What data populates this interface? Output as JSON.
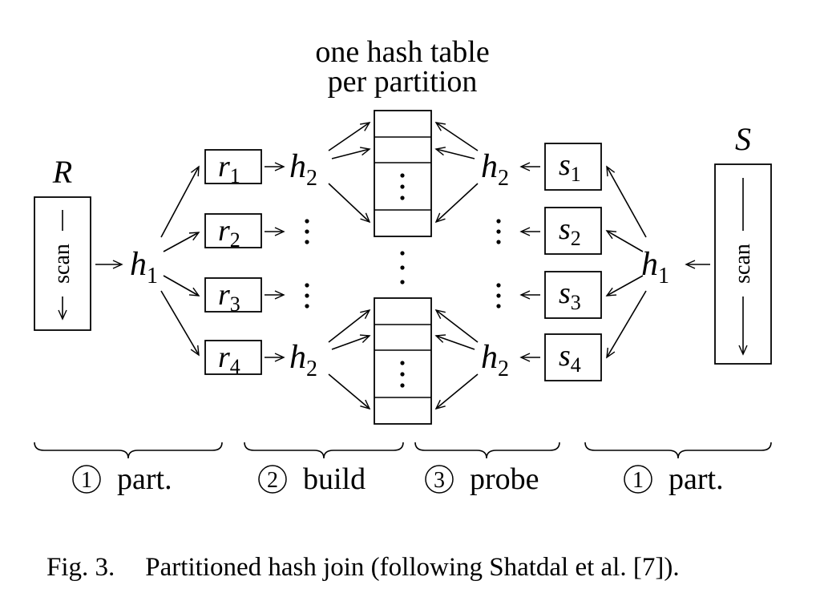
{
  "header": {
    "line1": "one hash table",
    "line2": "per partition"
  },
  "left": {
    "relation": "R",
    "scan_label": "scan",
    "h1": {
      "base": "h",
      "sub": "1"
    },
    "partitions": [
      {
        "base": "r",
        "sub": "1"
      },
      {
        "base": "r",
        "sub": "2"
      },
      {
        "base": "r",
        "sub": "3"
      },
      {
        "base": "r",
        "sub": "4"
      }
    ],
    "h2": {
      "base": "h",
      "sub": "2"
    }
  },
  "right": {
    "relation": "S",
    "scan_label": "scan",
    "h1": {
      "base": "h",
      "sub": "1"
    },
    "partitions": [
      {
        "base": "s",
        "sub": "1"
      },
      {
        "base": "s",
        "sub": "2"
      },
      {
        "base": "s",
        "sub": "3"
      },
      {
        "base": "s",
        "sub": "4"
      }
    ],
    "h2": {
      "base": "h",
      "sub": "2"
    }
  },
  "phases": [
    {
      "num": "1",
      "label": "part."
    },
    {
      "num": "2",
      "label": "build"
    },
    {
      "num": "3",
      "label": "probe"
    },
    {
      "num": "1",
      "label": "part."
    }
  ],
  "caption": {
    "prefix": "Fig. 3.",
    "text": "Partitioned hash join (following Shatdal et al. [7])."
  }
}
